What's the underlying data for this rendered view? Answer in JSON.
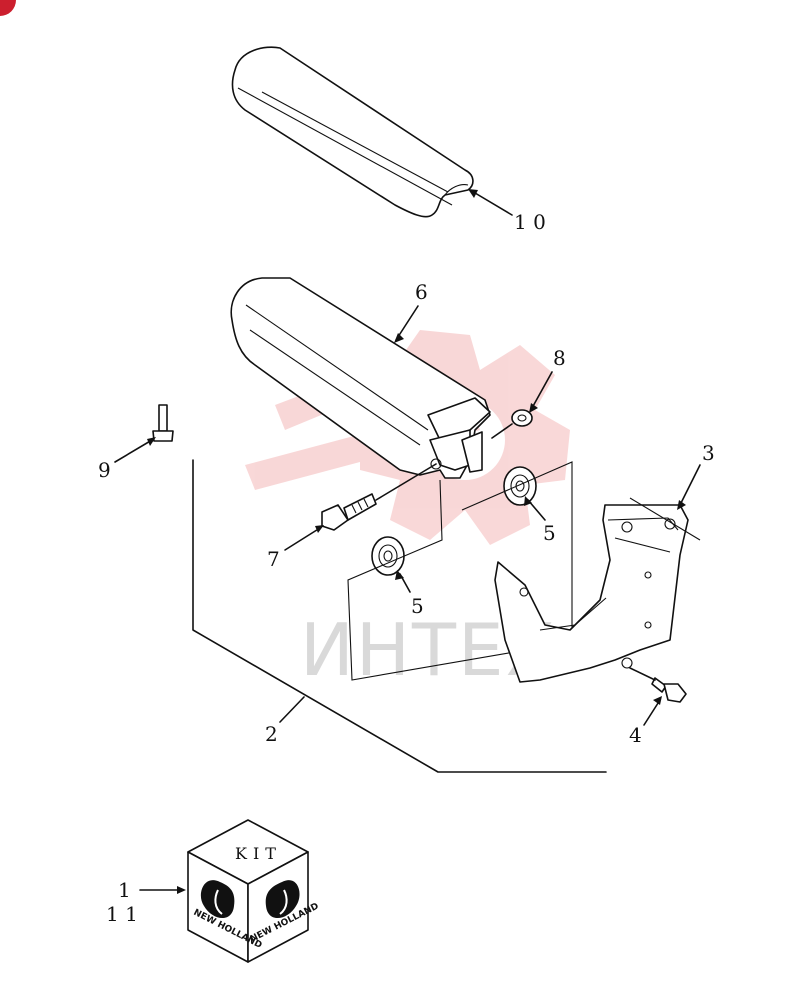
{
  "watermark": {
    "text": "ИНТЕХ",
    "color": "#f4b8b8"
  },
  "kit": {
    "label": "KIT",
    "brand": "NEW HOLLAND"
  },
  "callouts": [
    {
      "id": "10",
      "text": "1 0"
    },
    {
      "id": "6",
      "text": "6"
    },
    {
      "id": "8",
      "text": "8"
    },
    {
      "id": "3",
      "text": "3"
    },
    {
      "id": "9",
      "text": "9"
    },
    {
      "id": "5a",
      "text": "5"
    },
    {
      "id": "7",
      "text": "7"
    },
    {
      "id": "5b",
      "text": "5"
    },
    {
      "id": "2",
      "text": "2"
    },
    {
      "id": "4",
      "text": "4"
    },
    {
      "id": "1",
      "text": "1"
    },
    {
      "id": "11",
      "text": "1 1"
    }
  ],
  "corner_badge_color": "#cc1f2e"
}
